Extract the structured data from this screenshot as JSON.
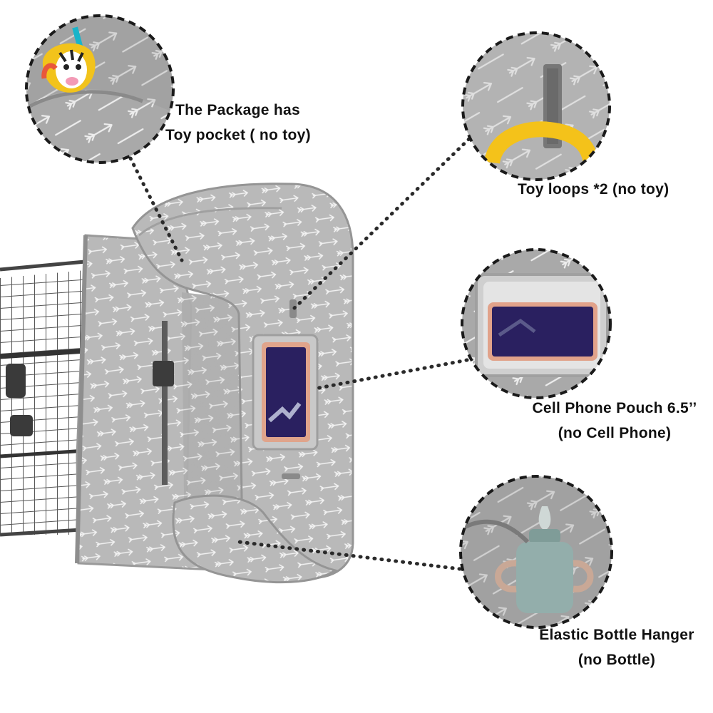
{
  "callouts": {
    "toy_pocket": {
      "line1": "The Package has",
      "line2": "Toy pocket ( no toy)"
    },
    "toy_loops": {
      "line1": "Toy loops *2  (no toy)"
    },
    "phone_pouch": {
      "line1": "Cell Phone Pouch 6.5’’",
      "line2": "(no Cell Phone)"
    },
    "bottle_hanger": {
      "line1": "Elastic Bottle Hanger",
      "line2": "(no Bottle)"
    }
  },
  "colors": {
    "fabric": "#b9b9b9",
    "fabric_dark": "#9d9d9d",
    "fabric_light": "#cfcfcf",
    "arrow_pattern": "#f2f2f2",
    "cart_metal": "#4a4a4a",
    "phone_screen": "#2a2060",
    "phone_frame": "#e2a58a",
    "toy_ring": "#f4c21a",
    "bottle": "#93aeab",
    "dashed_outline": "#1a1a1a",
    "dotted_leader": "#2a2a2a"
  }
}
